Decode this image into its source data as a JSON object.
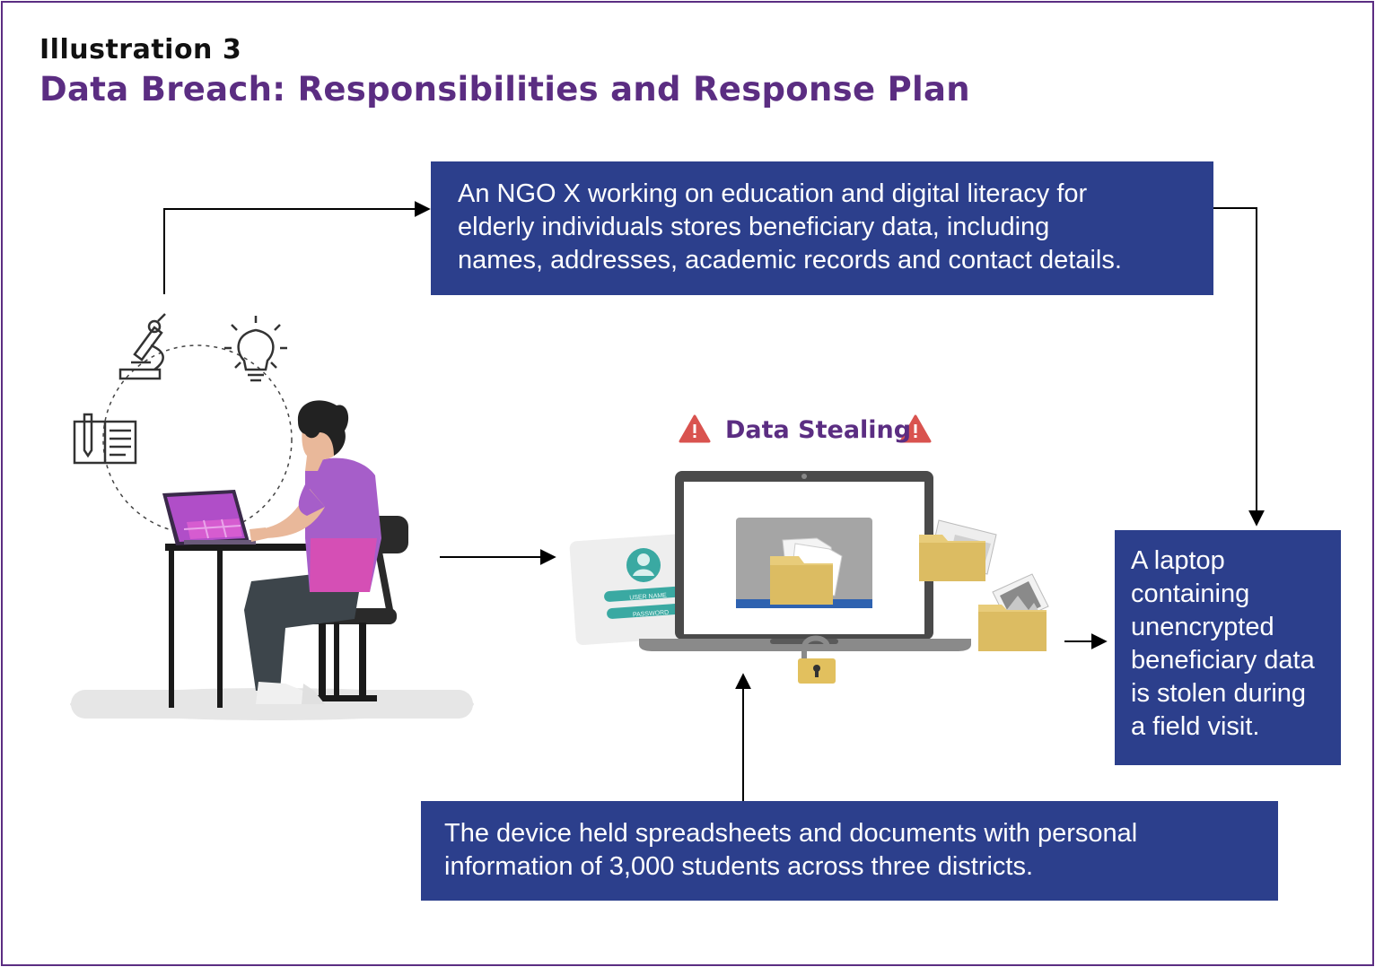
{
  "header": {
    "kicker": "Illustration 3",
    "title": "Data Breach: Responsibilities and Response Plan"
  },
  "boxes": {
    "top": {
      "lines": [
        "An NGO X working on education and digital literacy for",
        "elderly individuals  stores beneficiary data, including",
        "names, addresses, academic records and contact details."
      ]
    },
    "right": {
      "lines": [
        "A laptop",
        "containing",
        "unencrypted",
        "beneficiary data",
        "is stolen during",
        "a field visit."
      ]
    },
    "bottom": {
      "lines": [
        "The device held spreadsheets and documents with personal",
        "information of 3,000 students across three districts."
      ]
    }
  },
  "alert": {
    "label": "Data Stealing"
  },
  "login_card": {
    "username_label": "USER NAME",
    "password_label": "PASSWORD"
  },
  "colors": {
    "brand_purple": "#5b2d82",
    "box_blue": "#2c3f8c",
    "alert_red": "#d9534f",
    "folder_yellow": "#e8cc7a"
  }
}
